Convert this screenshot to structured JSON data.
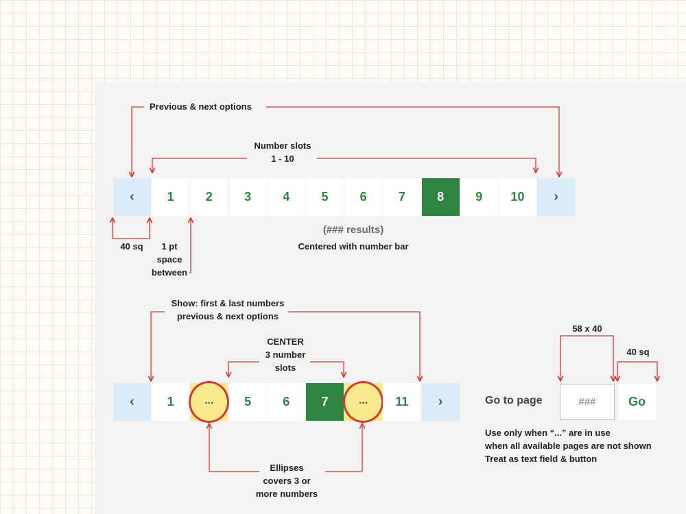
{
  "colors": {
    "accent_green": "#2e8540",
    "nav_blue": "#d9ecf7",
    "ellipsis_yellow": "#f6ea8c",
    "annotation_red": "#d8392b"
  },
  "top_bar": {
    "prev_glyph": "‹",
    "next_glyph": "›",
    "numbers": [
      "1",
      "2",
      "3",
      "4",
      "5",
      "6",
      "7",
      "8",
      "9",
      "10"
    ],
    "active": "8"
  },
  "bottom_bar": {
    "prev_glyph": "‹",
    "next_glyph": "›",
    "first": "1",
    "ellipsis": "...",
    "center": [
      "5",
      "6",
      "7"
    ],
    "active": "7",
    "last": "11"
  },
  "labels": {
    "prev_next": "Previous & next options",
    "number_slots_1": "Number slots",
    "number_slots_2": "1 - 10",
    "results": "(### results)",
    "centered": "Centered with number bar",
    "sq40": "40 sq",
    "space_1": "1 pt",
    "space_2": "space",
    "space_3": "between",
    "show_1": "Show: first & last numbers",
    "show_2": "previous & next options",
    "center_1": "CENTER",
    "center_2": "3 number",
    "center_3": "slots",
    "ellipses_1": "Ellipses",
    "ellipses_2": "covers 3 or",
    "ellipses_3": "more numbers",
    "size_58x40": "58 x 40",
    "size_40sq": "40 sq"
  },
  "goto": {
    "label": "Go to page",
    "placeholder": "###",
    "button": "Go"
  },
  "notes": [
    "Use only when “...” are in use",
    "when all available pages are not shown",
    "Treat as text field & button"
  ]
}
